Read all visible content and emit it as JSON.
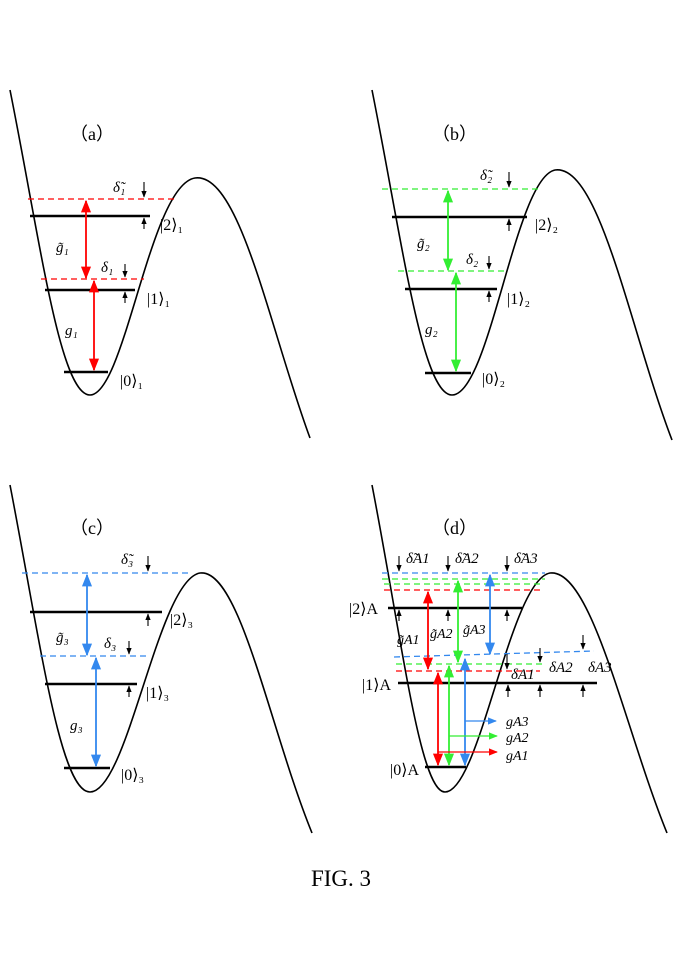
{
  "colors": {
    "red": "#ff0000",
    "green": "#33ee33",
    "blue": "#3388ee",
    "black": "#000000"
  },
  "caption": "FIG. 3",
  "panel_a": {
    "tag": "（a）",
    "ket2": "|2⟩₁",
    "ket1": "|1⟩₁",
    "ket0": "|0⟩₁",
    "delta_tilde": "δ̃₁",
    "delta": "δ₁",
    "g_tilde": "g̃₁",
    "g": "g₁"
  },
  "panel_b": {
    "tag": "（b）",
    "ket2": "|2⟩₂",
    "ket1": "|1⟩₂",
    "ket0": "|0⟩₂",
    "delta_tilde": "δ̃₂",
    "delta": "δ₂",
    "g_tilde": "g̃₂",
    "g": "g₂"
  },
  "panel_c": {
    "tag": "（c）",
    "ket2": "|2⟩₃",
    "ket1": "|1⟩₃",
    "ket0": "|0⟩₃",
    "delta_tilde": "δ̃₃",
    "delta": "δ₃",
    "g_tilde": "g̃₃",
    "g": "g₃"
  },
  "panel_d": {
    "tag": "（d）",
    "ket2": "|2⟩A",
    "ket1": "|1⟩A",
    "ket0": "|0⟩A",
    "delta_tilde_1": "δ̃A1",
    "delta_tilde_2": "δ̃A2",
    "delta_tilde_3": "δ̃A3",
    "g_tilde_1": "g̃A1",
    "g_tilde_2": "g̃A2",
    "g_tilde_3": "g̃A3",
    "delta_1": "δA1",
    "delta_2": "δA2",
    "delta_3": "δA3",
    "g_1": "gA1",
    "g_2": "gA2",
    "g_3": "gA3"
  }
}
